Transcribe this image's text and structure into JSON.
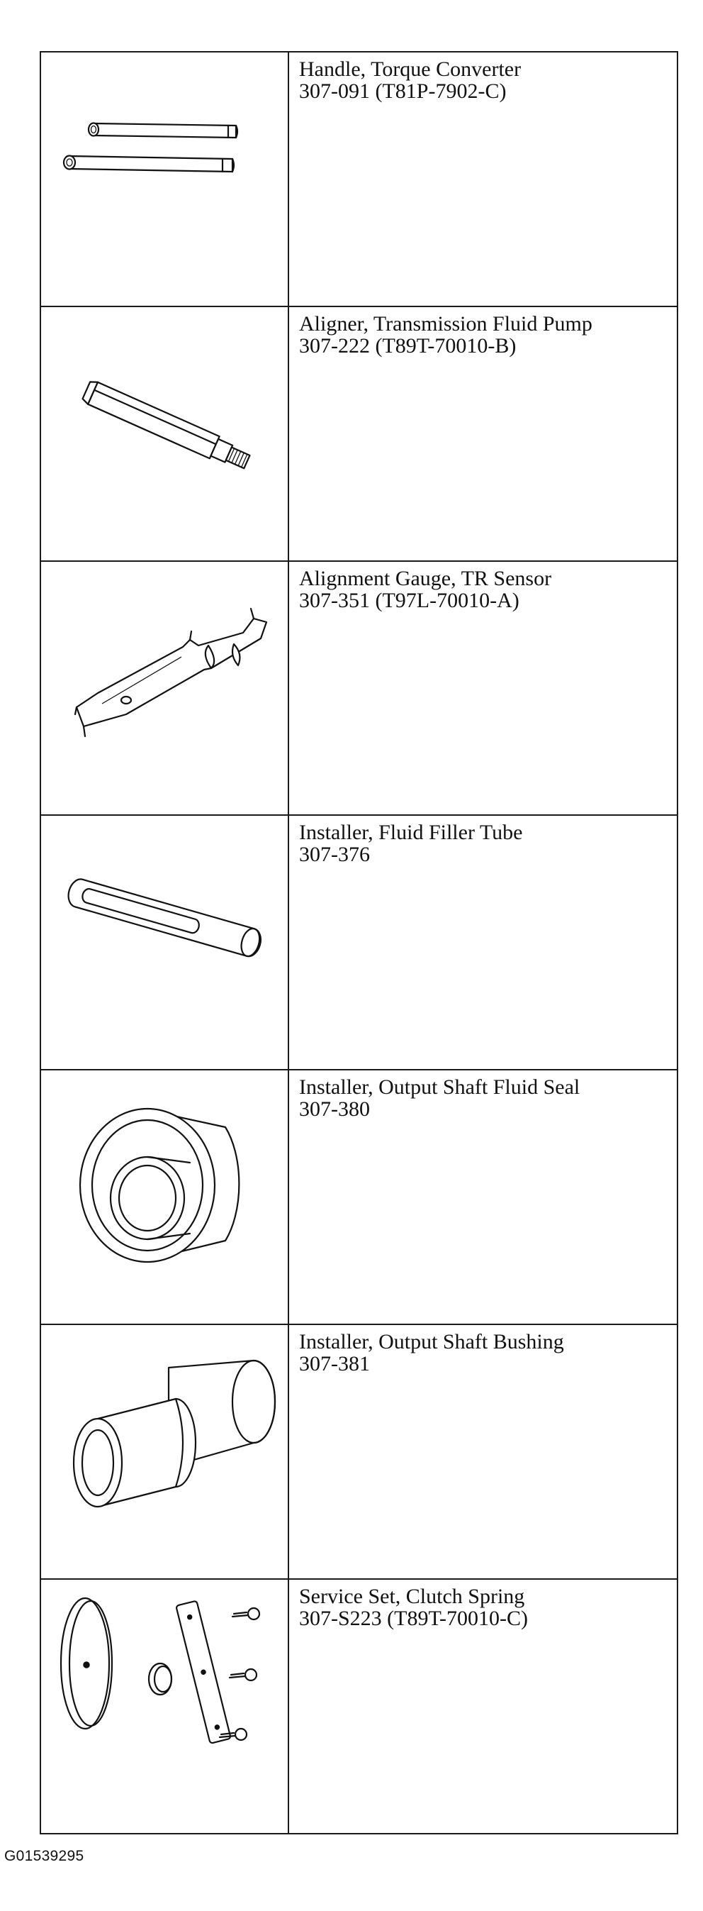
{
  "tools": [
    {
      "icon": "torque-converter-handles-illustration",
      "name": "Handle, Torque Converter",
      "number": "307-091 (T81P-7902-C)"
    },
    {
      "icon": "pump-aligner-illustration",
      "name": "Aligner, Transmission Fluid Pump",
      "number": "307-222 (T89T-70010-B)"
    },
    {
      "icon": "tr-sensor-gauge-illustration",
      "name": "Alignment Gauge, TR Sensor",
      "number": "307-351 (T97L-70010-A)"
    },
    {
      "icon": "filler-tube-installer-illustration",
      "name": "Installer, Fluid Filler Tube",
      "number": "307-376"
    },
    {
      "icon": "fluid-seal-installer-illustration",
      "name": "Installer, Output Shaft Fluid Seal",
      "number": "307-380"
    },
    {
      "icon": "bushing-installer-illustration",
      "name": "Installer, Output Shaft Bushing",
      "number": "307-381"
    },
    {
      "icon": "clutch-spring-set-illustration",
      "name": "Service Set, Clutch Spring",
      "number": "307-S223 (T89T-70010-C)"
    }
  ],
  "figure_id": "G01539295"
}
